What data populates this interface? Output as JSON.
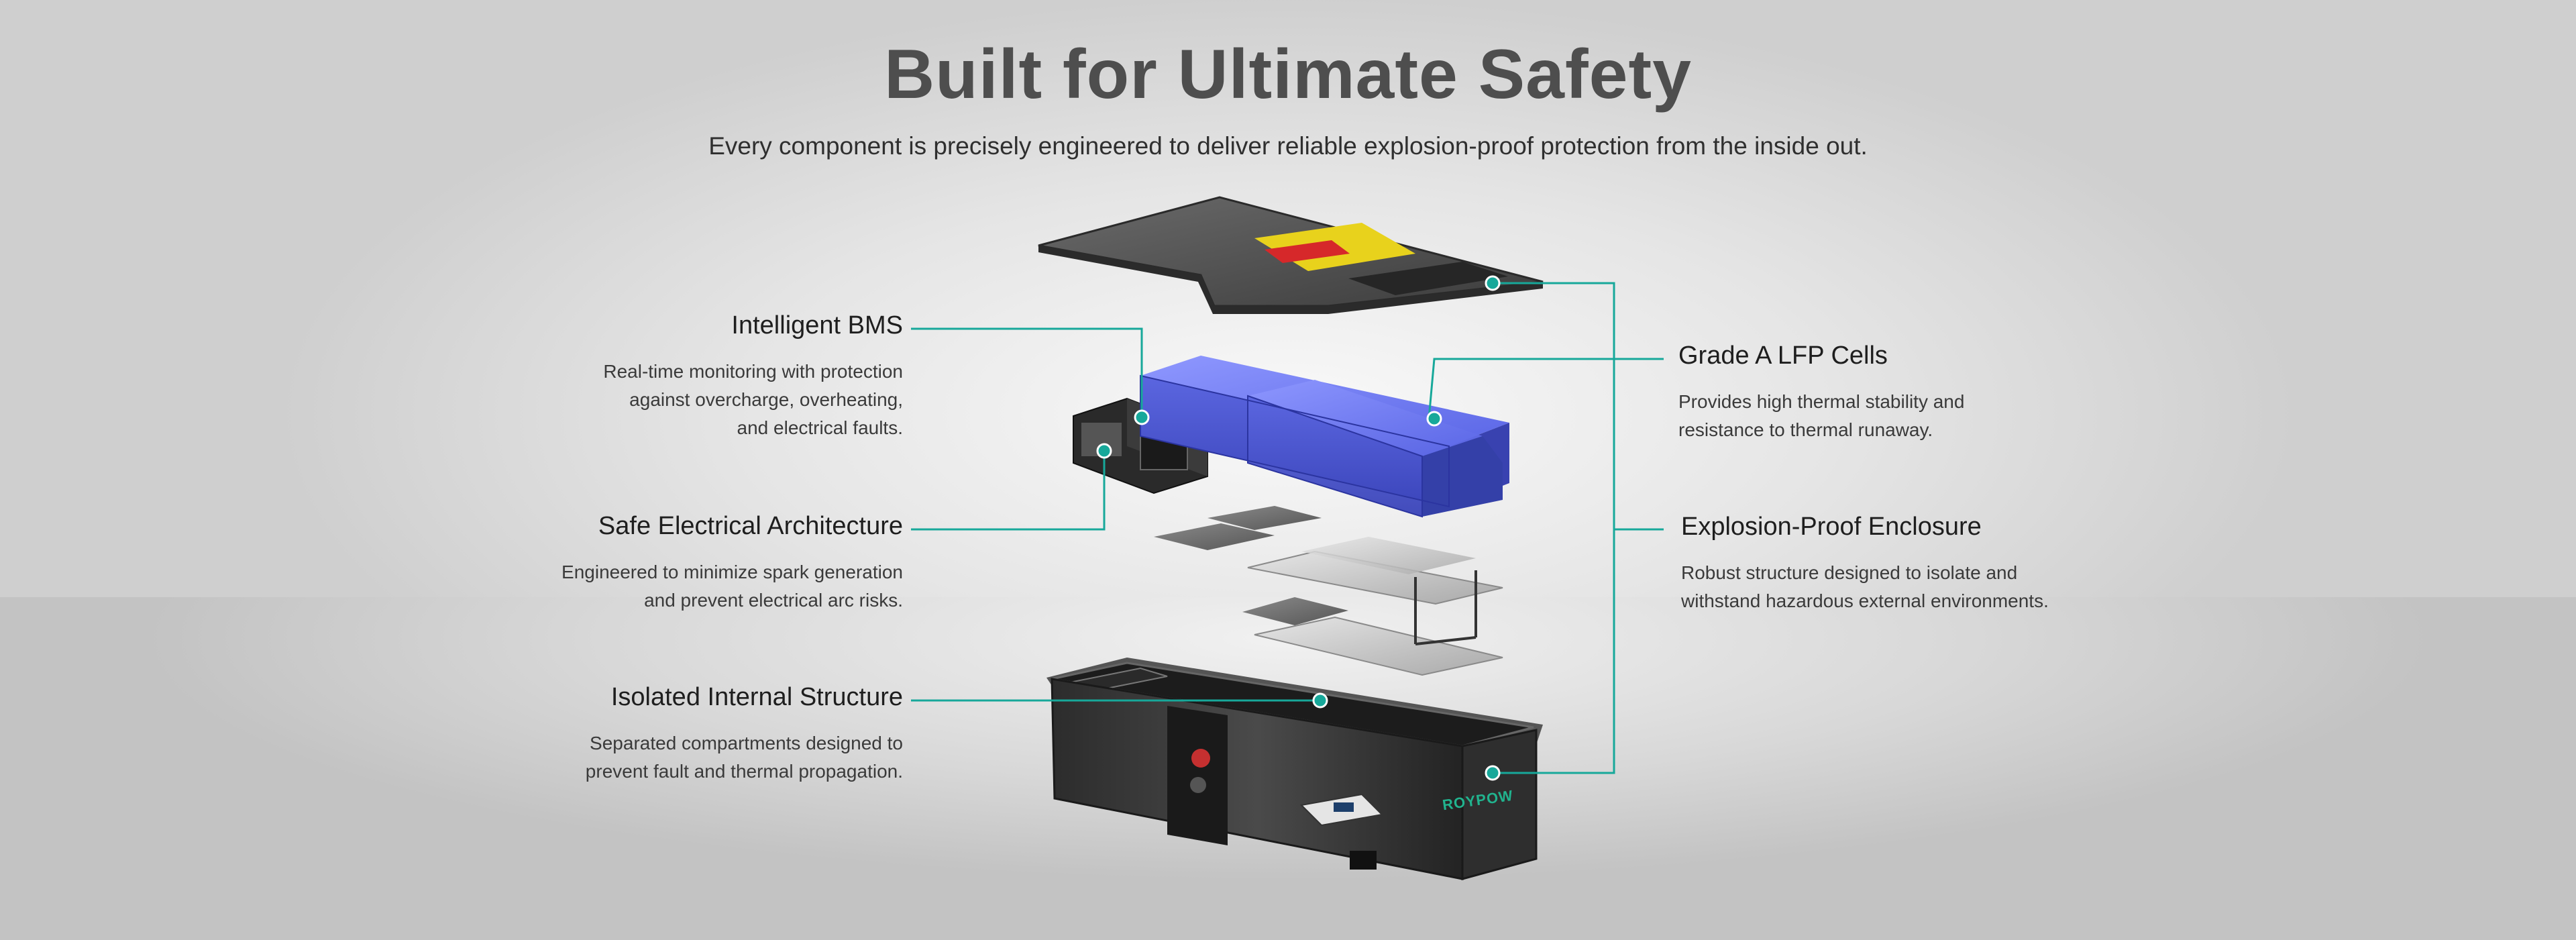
{
  "header": {
    "title": "Built for Ultimate Safety",
    "subtitle": "Every component is precisely engineered to deliver reliable explosion-proof protection from the inside out."
  },
  "features_left": [
    {
      "title": "Intelligent BMS",
      "description": "Real-time monitoring with protection\nagainst overcharge, overheating,\nand electrical faults."
    },
    {
      "title": "Safe Electrical Architecture",
      "description": "Engineered to minimize spark generation\nand prevent electrical arc risks."
    },
    {
      "title": "Isolated Internal Structure",
      "description": "Separated compartments designed to\nprevent fault and thermal propagation."
    }
  ],
  "features_right": [
    {
      "title": "Grade A LFP Cells",
      "description": "Provides high thermal stability and\nresistance to thermal runaway."
    },
    {
      "title": "Explosion-Proof Enclosure",
      "description": "Robust structure designed to isolate and\nwithstand hazardous external environments."
    }
  ],
  "product": {
    "brand_logo": "ROYPOW"
  },
  "colors": {
    "accent_teal": "#17a89a",
    "cell_blue": "#5a68e8",
    "enclosure_dark": "#2e2e2e",
    "warning_label": "#e8d21c",
    "title_gray": "#4e4e4e"
  },
  "icons": {
    "callout_dot": "teal-dot-icon"
  }
}
